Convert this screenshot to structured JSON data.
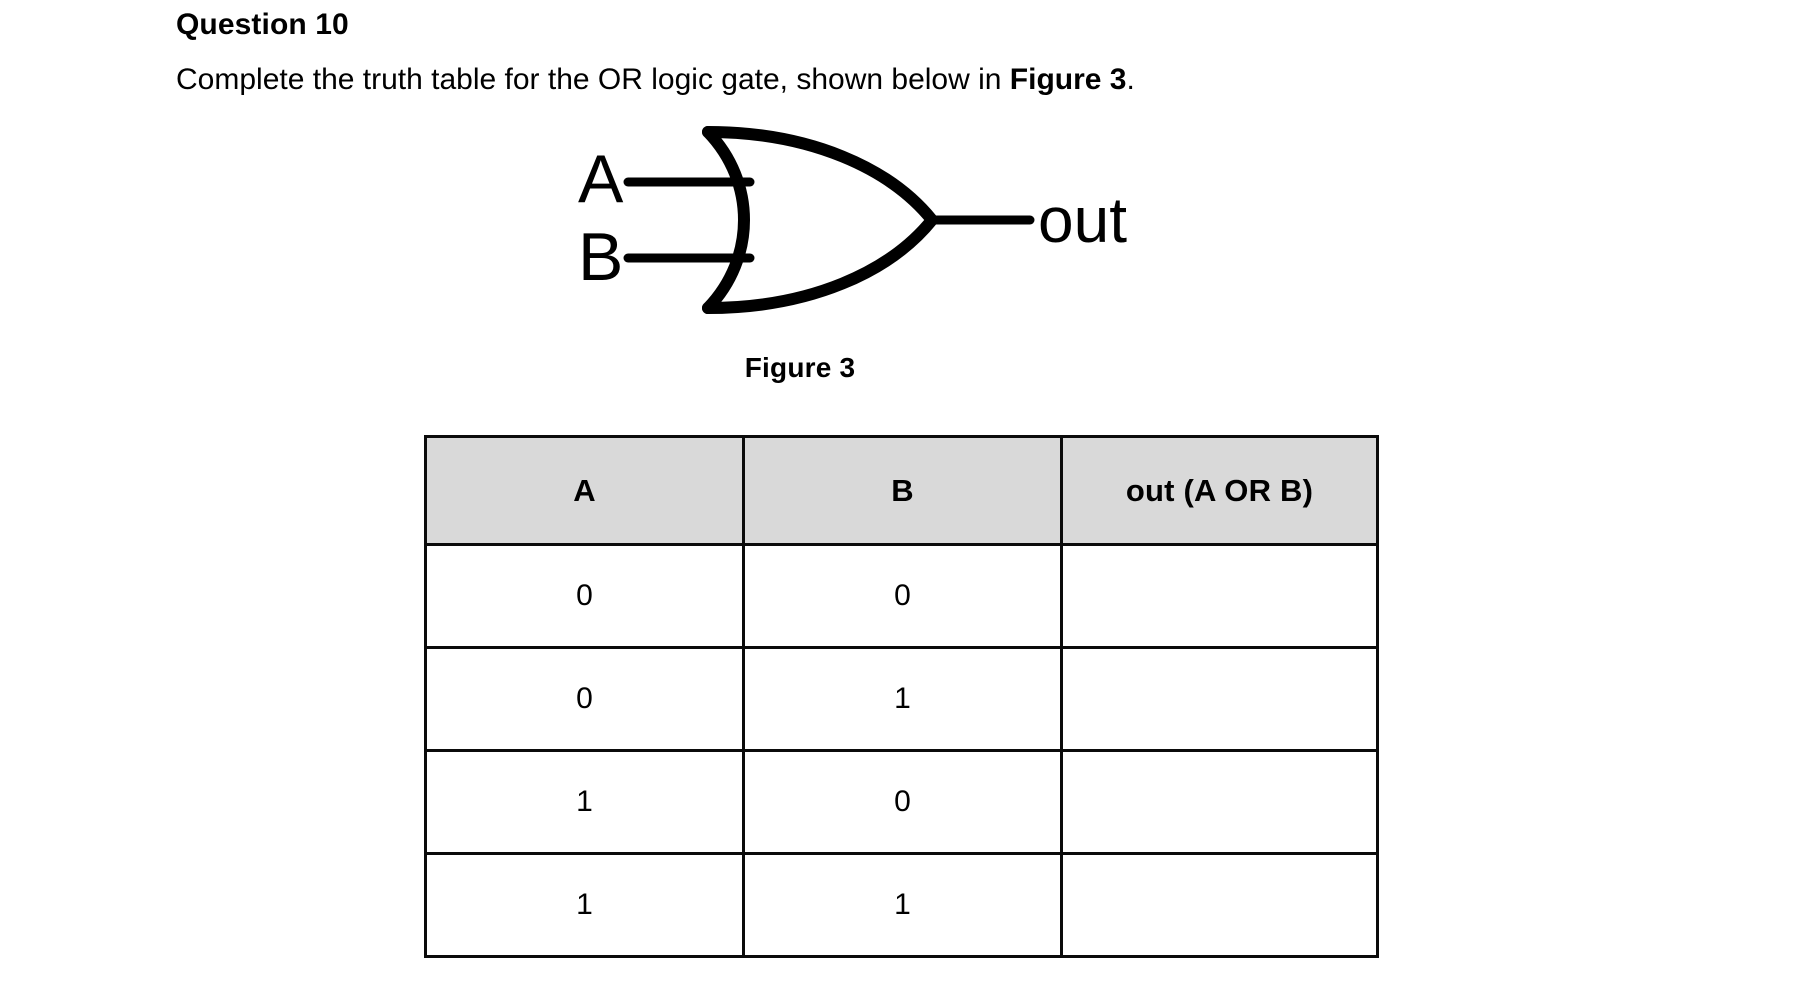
{
  "question": {
    "heading": "Question 10",
    "prompt_part1": "Complete the truth table for the OR logic gate, shown below in ",
    "prompt_emphasis": "Figure 3",
    "prompt_part2": "."
  },
  "figure": {
    "caption": "Figure 3",
    "gate_type": "OR",
    "input_a_label": "A",
    "input_b_label": "B",
    "output_label": "out",
    "stroke_color": "#000000"
  },
  "truth_table": {
    "headers": [
      "A",
      "B",
      "out (A OR B)"
    ],
    "header_background": "#d9d9d9",
    "border_color": "#0b0b0b",
    "rows": [
      {
        "a": "0",
        "b": "0",
        "out": ""
      },
      {
        "a": "0",
        "b": "1",
        "out": ""
      },
      {
        "a": "1",
        "b": "0",
        "out": ""
      },
      {
        "a": "1",
        "b": "1",
        "out": ""
      }
    ]
  }
}
